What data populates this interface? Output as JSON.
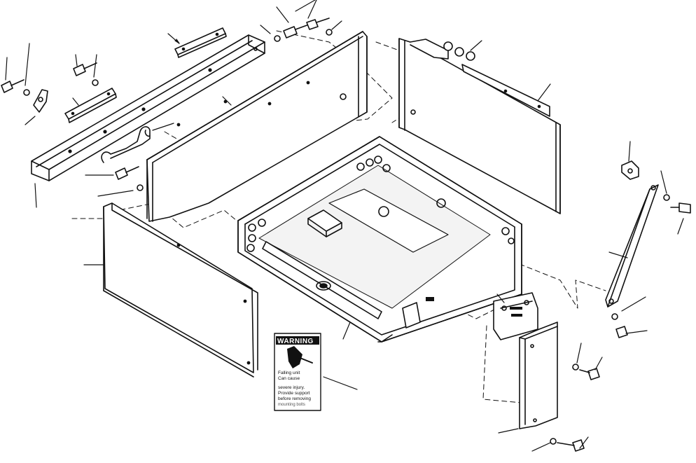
{
  "decal": {
    "heading": "WARNING",
    "line1": "Falling unit",
    "line2": "Can cause",
    "line3": "severe injury.",
    "line4": "Provide support",
    "line5": "before removing",
    "line6": "mounting bolts"
  },
  "colors": {
    "ink": "#111111",
    "paper": "#ffffff",
    "shade": "#cfcfcf"
  }
}
